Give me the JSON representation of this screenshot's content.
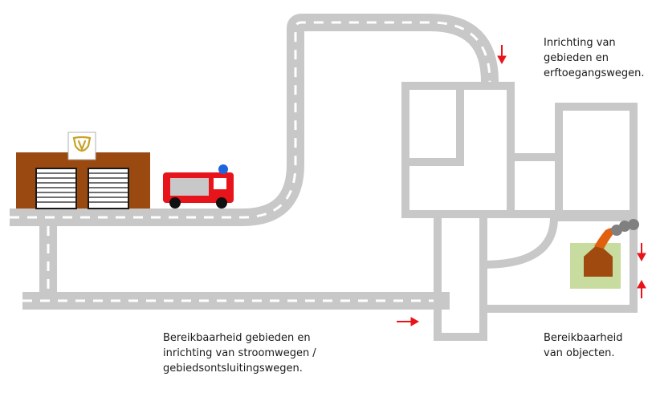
{
  "labels": {
    "top_right": [
      "Inrichting van",
      "gebieden en",
      "erftoegangswegen."
    ],
    "bottom_left": [
      "Bereikbaarheid gebieden en",
      "inrichting  van stroomwegen /",
      "gebiedsontsluitingswegen."
    ],
    "bottom_right": [
      "Bereikbaarheid",
      "van objecten."
    ]
  },
  "colors": {
    "road": "#c8c8c8",
    "road_marking": "#ffffff",
    "station_wall": "#9a4a10",
    "truck_body": "#e8141c",
    "truck_window": "#c8c8c8",
    "beacon": "#1e64dc",
    "arrow": "#e8141c",
    "house": "#a04a10",
    "yard": "#c8dca0",
    "emblem": "#c9a227",
    "smoke": "#808080",
    "flame": "#e06010"
  },
  "icons": {
    "station": "fire-station-icon",
    "emblem": "fire-brigade-emblem-icon",
    "truck": "fire-truck-icon",
    "house": "burning-house-icon"
  }
}
